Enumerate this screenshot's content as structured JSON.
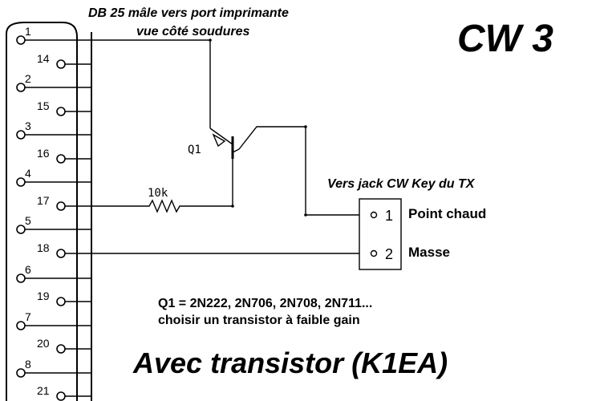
{
  "header": {
    "connector_title_line1": "DB 25 mâle vers port imprimante",
    "connector_title_line2": "vue côté soudures",
    "badge": "CW 3"
  },
  "connector": {
    "pins_odd_row": [
      "1",
      "2",
      "3",
      "4",
      "5",
      "6",
      "7",
      "8"
    ],
    "pins_even_row": [
      "14",
      "15",
      "16",
      "17",
      "18",
      "19",
      "20",
      "21"
    ]
  },
  "components": {
    "transistor_ref": "Q1",
    "resistor_value": "10k"
  },
  "jack": {
    "title": "Vers jack CW Key du TX",
    "pin1_number": "1",
    "pin1_label": "Point chaud",
    "pin2_number": "2",
    "pin2_label": "Masse"
  },
  "notes": {
    "line1": "Q1 = 2N222, 2N706, 2N708, 2N711...",
    "line2": "choisir un transistor à faible gain"
  },
  "footer": {
    "caption": "Avec transistor (K1EA)"
  }
}
